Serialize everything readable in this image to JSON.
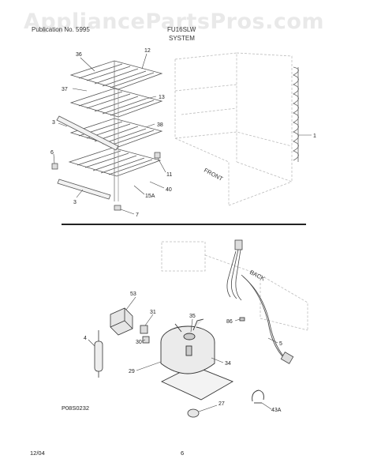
{
  "watermark": "AppliancePartsPros.com",
  "header": {
    "left": "Publication No. 5995",
    "right": "FU16SLW",
    "title": "SYSTEM"
  },
  "upper_callouts": [
    "36",
    "12",
    "37",
    "13",
    "3",
    "38",
    "6",
    "11",
    "40",
    "15A",
    "3",
    "7",
    "1"
  ],
  "front_label": "FRONT",
  "lower_callouts": [
    "53",
    "31",
    "35",
    "86",
    "4",
    "30",
    "5",
    "29",
    "34",
    "27",
    "43A"
  ],
  "back_label": "BACK",
  "figure_code": "P08S0232",
  "footer": {
    "date": "12/04",
    "page": "6"
  }
}
